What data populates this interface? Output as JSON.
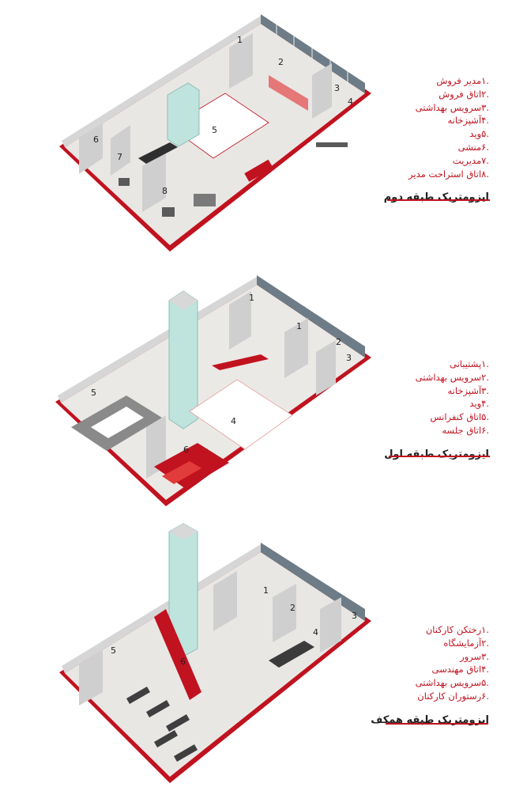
{
  "floors": [
    {
      "title": "ایزومتریک طبقه دوم",
      "rooms": [
        ".۱مدیر فروش",
        ".۲اتاق فروش",
        ".۳سرویس بهداشتی",
        ".۴آشپزخانه",
        ".۵وید",
        ".۶منشی",
        ".۷مدیریت",
        ".۸اتاق استراحت مدیر"
      ],
      "plan_labels": [
        "1",
        "2",
        "3",
        "4",
        "5",
        "6",
        "7",
        "8"
      ]
    },
    {
      "title": "ایزومتریک طبقه اول",
      "rooms": [
        ".۱پشتیبانی",
        ".۲سرویس بهداشتی",
        ".۳آشپزخانه",
        ".۴وید",
        ".۵اتاق کنفرانس",
        ".۶اتاق جلسه"
      ],
      "plan_labels": [
        "1",
        "1",
        "2",
        "3",
        "4",
        "5",
        "6"
      ]
    },
    {
      "title": "ایزومتریک طبقه همکف",
      "rooms": [
        ".۱رختکن کارکنان",
        ".۲آزمایشگاه",
        ".۳سرور",
        ".۴اتاق مهندسی",
        ".۵سرویس بهداشتی",
        ".۶رستوران کارکنان"
      ],
      "plan_labels": [
        "1",
        "2",
        "3",
        "4",
        "5",
        "6"
      ]
    }
  ],
  "colors": {
    "accent": "#c1121f",
    "wall": "#d9d9d9",
    "floor": "#e9e7e4",
    "glass": "#bfe3dd",
    "dark": "#3b3b3b"
  }
}
